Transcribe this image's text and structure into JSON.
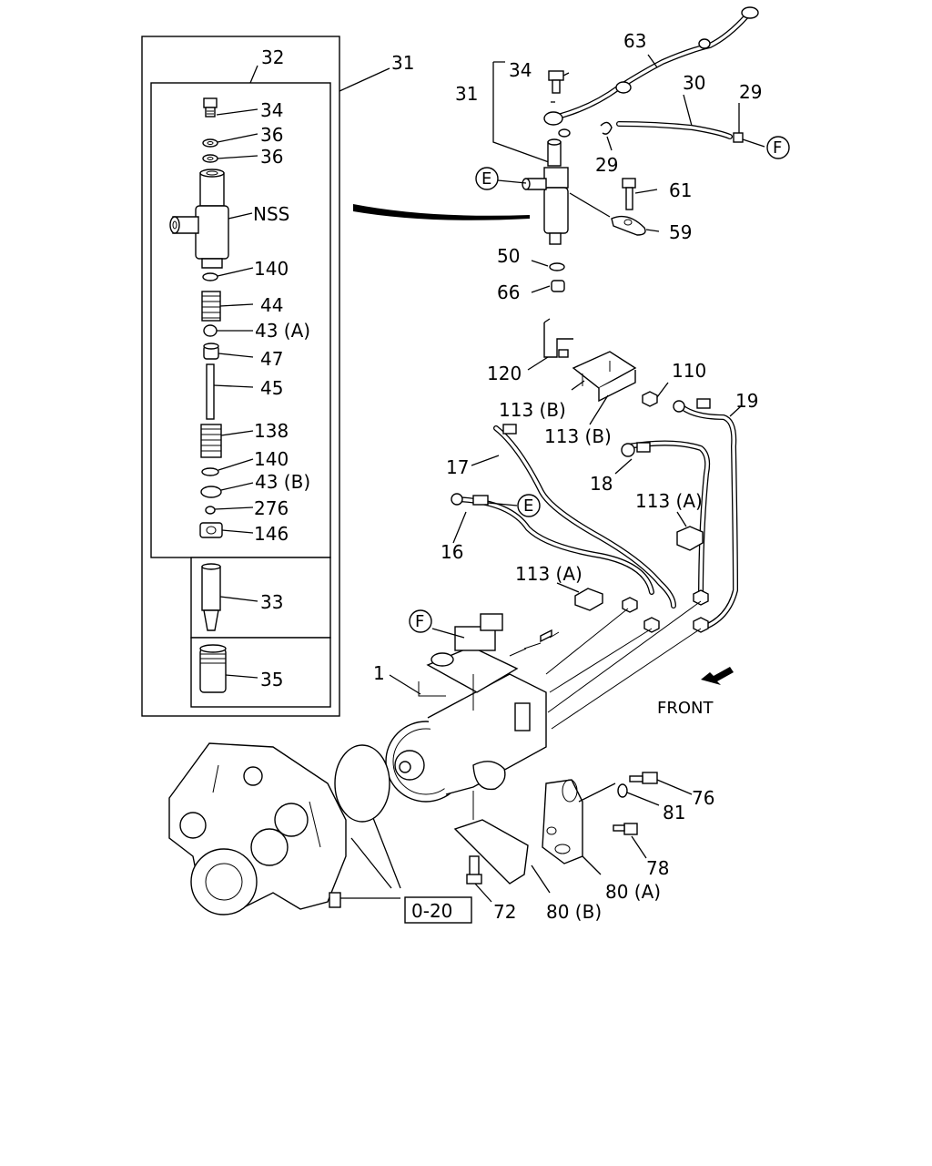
{
  "callouts": {
    "c32": "32",
    "c31_left": "31",
    "c34_left": "34",
    "c36_a": "36",
    "c36_b": "36",
    "nss": "NSS",
    "c140_a": "140",
    "c44": "44",
    "c43a": "43 (A)",
    "c47": "47",
    "c45": "45",
    "c138": "138",
    "c140_b": "140",
    "c43b": "43 (B)",
    "c276": "276",
    "c146": "146",
    "c33": "33",
    "c35": "35",
    "c34_top": "34",
    "c63": "63",
    "c31_top": "31",
    "c30": "30",
    "c29_a": "29",
    "c29_b": "29",
    "c61": "61",
    "c59": "59",
    "c50": "50",
    "c66": "66",
    "c120": "120",
    "c110": "110",
    "c113b_a": "113 (B)",
    "c113b_b": "113 (B)",
    "c19": "19",
    "c17": "17",
    "c18": "18",
    "c113a_a": "113 (A)",
    "c16": "16",
    "c113a_b": "113 (A)",
    "c1": "1",
    "c76": "76",
    "c81": "81",
    "c78": "78",
    "c80a": "80 (A)",
    "c72": "72",
    "c80b": "80 (B)",
    "ref020": "0-20",
    "front": "FRONT",
    "mark_e_top": "E",
    "mark_e_mid": "E",
    "mark_f_top": "F",
    "mark_f_pump": "F"
  }
}
